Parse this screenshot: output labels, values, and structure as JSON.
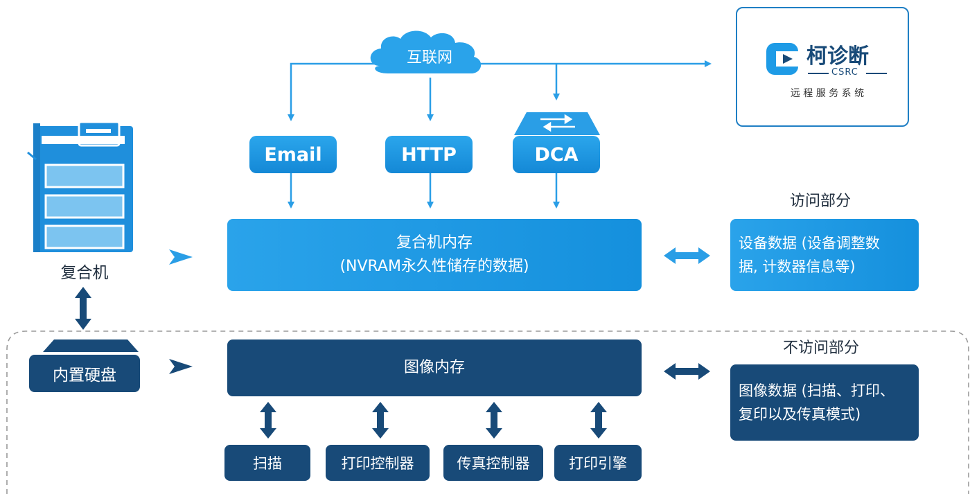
{
  "colors": {
    "light_blue": "#1e9be6",
    "dark_blue": "#184a78",
    "arrow": "#2a9ee6",
    "dashed": "#9a9a9a"
  },
  "internet": {
    "label": "互联网"
  },
  "logo": {
    "name": "柯诊断",
    "code": "CSRC",
    "tagline": "远 程 服 务 系 统"
  },
  "protocols": [
    {
      "label": "Email"
    },
    {
      "label": "HTTP"
    },
    {
      "label": "DCA"
    }
  ],
  "printer": {
    "label": "复合机",
    "icon": "printer-icon"
  },
  "hdd": {
    "label": "内置硬盘"
  },
  "memory": {
    "title": "复合机内存",
    "subtitle": "(NVRAM永久性储存的数据)"
  },
  "image_memory": {
    "title": "图像内存"
  },
  "access": {
    "heading": "访问部分",
    "line1": "设备数据 (设备调整数",
    "line2": "据, 计数器信息等)"
  },
  "no_access": {
    "heading": "不访问部分",
    "line1": "图像数据 (扫描、打印、",
    "line2": "复印以及传真模式)"
  },
  "components": [
    {
      "label": "扫描"
    },
    {
      "label": "打印控制器"
    },
    {
      "label": "传真控制器"
    },
    {
      "label": "打印引擎"
    }
  ]
}
